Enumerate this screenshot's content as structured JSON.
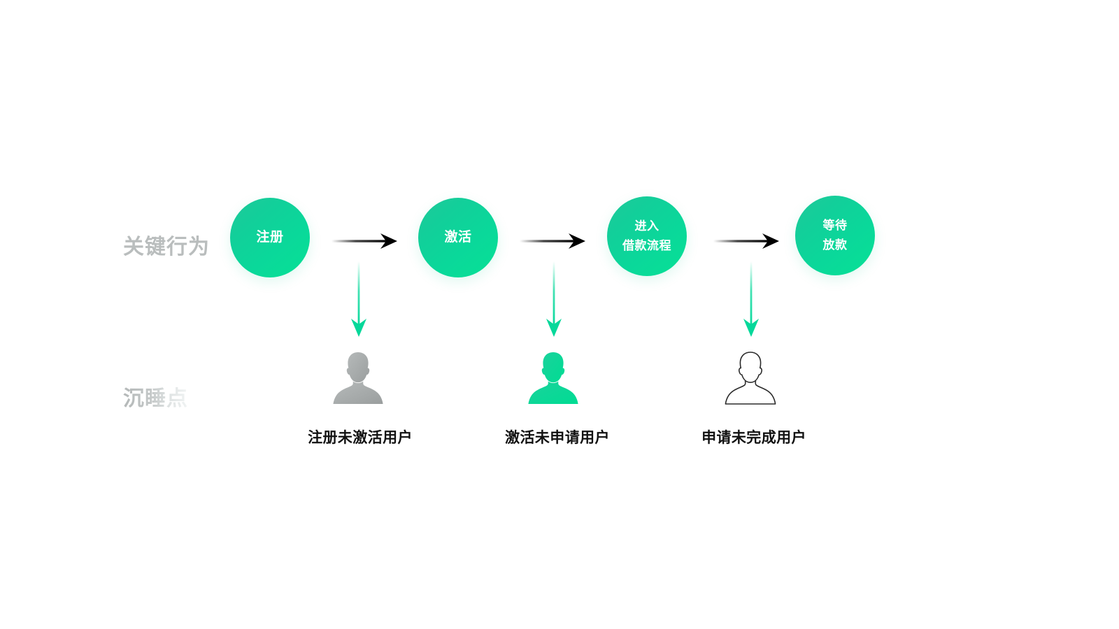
{
  "diagram": {
    "title_rows": {
      "key_action": "关键行为",
      "sleep_point": "沉睡点"
    },
    "colors": {
      "circle_gradient_start": "#1fc99a",
      "circle_gradient_end": "#07e195",
      "accent_green": "#05d89a",
      "row_label_gray": "#b9bdbd",
      "caption_black": "#111111",
      "arrow_black": "#000000",
      "person_gray": "#a8acac",
      "background": "#ffffff"
    },
    "stages": [
      {
        "id": "register",
        "lines": [
          "注册"
        ]
      },
      {
        "id": "activate",
        "lines": [
          "激活"
        ]
      },
      {
        "id": "enter-loan-flow",
        "lines": [
          "进入",
          "借款流程"
        ]
      },
      {
        "id": "await-disbursement",
        "lines": [
          "等待",
          "放款"
        ]
      }
    ],
    "flow_arrows": [
      {
        "id": "register-to-activate",
        "icon": "arrow-right-icon"
      },
      {
        "id": "activate-to-loan-flow",
        "icon": "arrow-right-icon"
      },
      {
        "id": "loan-flow-to-disbursement",
        "icon": "arrow-right-icon"
      }
    ],
    "drop_arrows": [
      {
        "id": "drop-after-register",
        "icon": "arrow-down-icon"
      },
      {
        "id": "drop-after-activate",
        "icon": "arrow-down-icon"
      },
      {
        "id": "drop-after-loan-flow",
        "icon": "arrow-down-icon"
      }
    ],
    "dormant_segments": [
      {
        "id": "registered-not-activated",
        "icon": "person-filled-gray-icon",
        "style": "filled-gray",
        "caption": "注册未激活用户"
      },
      {
        "id": "activated-not-applied",
        "icon": "person-filled-green-icon",
        "style": "filled-green",
        "caption": "激活未申请用户"
      },
      {
        "id": "applied-not-completed",
        "icon": "person-outline-icon",
        "style": "outline",
        "caption": "申请未完成用户"
      }
    ]
  }
}
